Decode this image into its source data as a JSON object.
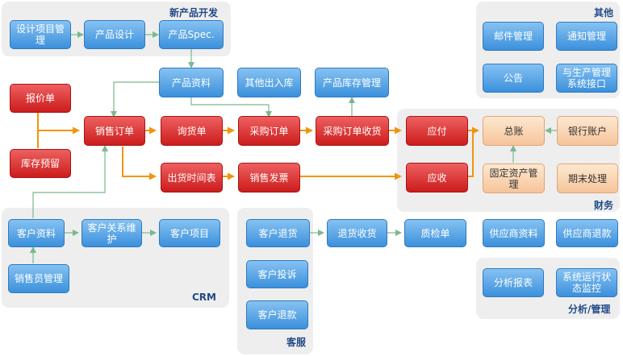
{
  "panels": {
    "new_product": "新产品开发",
    "other": "其他",
    "finance": "财务",
    "crm": "CRM",
    "service": "客服",
    "analysis": "分析/管理"
  },
  "nodes": {
    "design_project": "设计项目管理",
    "product_design": "产品设计",
    "product_spec": "产品Spec.",
    "product_data": "产品资料",
    "other_io": "其他出入库",
    "product_stock_mgmt": "产品库存管理",
    "quotation": "报价单",
    "stock_reserve": "库存预留",
    "sales_order": "销售订单",
    "inquiry": "询货单",
    "purchase_order": "采购订单",
    "purchase_receipt": "采购订单收货",
    "payable": "应付",
    "receivable": "应收",
    "ship_schedule": "出货时间表",
    "sales_invoice": "销售发票",
    "general_ledger": "总账",
    "bank_account": "银行账户",
    "fixed_assets": "固定资产管理",
    "period_end": "期末处理",
    "email_mgmt": "邮件管理",
    "notice_mgmt": "通知管理",
    "announcement": "公告",
    "production_interface": "与生产管理系统接口",
    "customer_data": "客户资料",
    "customer_relation": "客户关系维护",
    "customer_project": "客户项目",
    "sales_rep_mgmt": "销售员管理",
    "customer_return": "客户退货",
    "return_receipt": "退货收货",
    "quality_check": "质检单",
    "customer_complaint": "客户投诉",
    "customer_refund": "客户退款",
    "supplier_data": "供应商资料",
    "supplier_refund": "供应商退款",
    "analysis_report": "分析报表",
    "system_monitor": "系统运行状态监控"
  }
}
